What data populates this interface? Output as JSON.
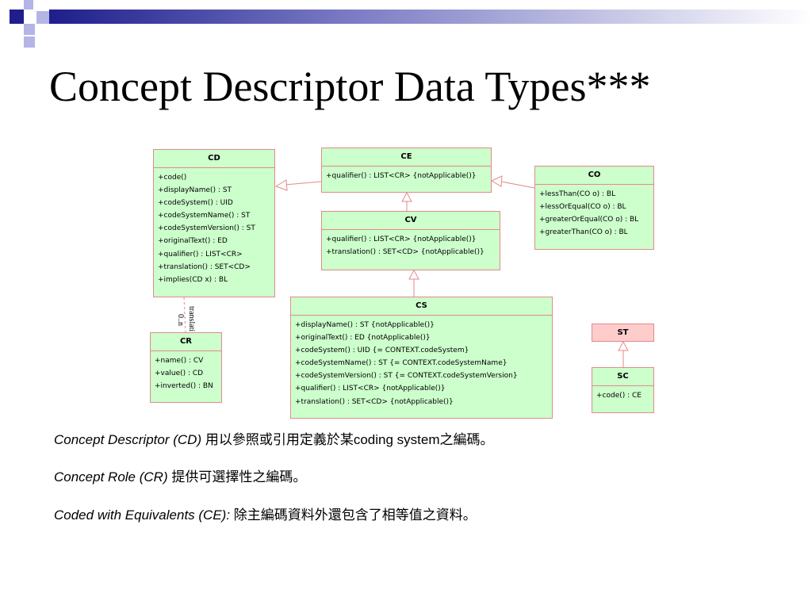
{
  "slide": {
    "title": "Concept Descriptor Data Types***"
  },
  "diagram": {
    "classes": {
      "CD": {
        "name": "CD",
        "members": [
          "+code()",
          "+displayName() : ST",
          "+codeSystem() : UID",
          "+codeSystemName() : ST",
          "+codeSystemVersion() : ST",
          "+originalText() : ED",
          "+qualifier() : LIST<CR>",
          "+translation() : SET<CD>",
          "+implies(CD x) : BL"
        ]
      },
      "CE": {
        "name": "CE",
        "members": [
          "+qualifier() : LIST<CR> {notApplicable()}"
        ]
      },
      "CO": {
        "name": "CO",
        "members": [
          "+lessThan(CO o) : BL",
          "+lessOrEqual(CO o) : BL",
          "+greaterOrEqual(CO o) : BL",
          "+greaterThan(CO o) : BL"
        ]
      },
      "CV": {
        "name": "CV",
        "members": [
          "+qualifier() : LIST<CR> {notApplicable()}",
          "+translation() : SET<CD> {notApplicable()}"
        ]
      },
      "CS": {
        "name": "CS",
        "members": [
          "+displayName() : ST {notApplicable()}",
          "+originalText() : ED {notApplicable()}",
          "+codeSystem() : UID {= CONTEXT.codeSystem}",
          "+codeSystemName() : ST {= CONTEXT.codeSystemName}",
          "+codeSystemVersion() : ST {= CONTEXT.codeSystemVersion}",
          "+qualifier() : LIST<CR> {notApplicable()}",
          "+translation() : SET<CD> {notApplicable()}"
        ]
      },
      "CR": {
        "name": "CR",
        "members": [
          "+name() : CV",
          "+value() : CD",
          "+inverted() : BN"
        ]
      },
      "ST": {
        "name": "ST",
        "members": []
      },
      "SC": {
        "name": "SC",
        "members": [
          "+code() : CE"
        ]
      }
    },
    "association": {
      "role": "translati",
      "multiplicity": "0..n"
    }
  },
  "notes": [
    {
      "term": "Concept Descriptor (CD)",
      "text": " 用以參照或引用定義於某coding system之編碼。"
    },
    {
      "term": "Concept Role (CR)",
      "text": " 提供可選擇性之編碼。"
    },
    {
      "term": "Coded with Equivalents (CE):",
      "text": " 除主編碼資料外還包含了相等值之資料。"
    }
  ],
  "colors": {
    "box_fill": "#ccffcc",
    "box_border": "#e38a8a",
    "st_fill": "#ffcccc",
    "deco_navy": "#1e1e8c",
    "deco_lavender": "#b4b4e6"
  }
}
